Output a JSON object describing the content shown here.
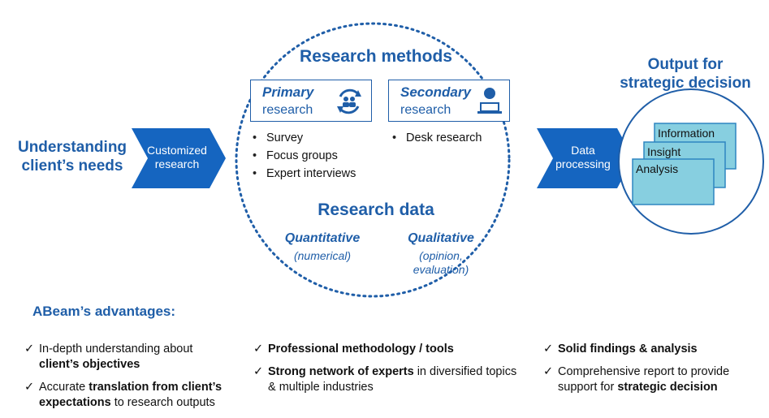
{
  "left": {
    "title_line1": "Understanding",
    "title_line2": "client’s needs",
    "arrow_line1": "Customized",
    "arrow_line2": "research"
  },
  "methods": {
    "title": "Research methods",
    "primary": {
      "name": "Primary",
      "sub": "research",
      "icon": "team-cycle-icon",
      "items": [
        "Survey",
        "Focus groups",
        "Expert interviews"
      ]
    },
    "secondary": {
      "name": "Secondary",
      "sub": "research",
      "icon": "person-laptop-icon",
      "items": [
        "Desk research"
      ]
    }
  },
  "research_data": {
    "title": "Research data",
    "quantitative": {
      "name": "Quantitative",
      "desc": "(numerical)"
    },
    "qualitative": {
      "name": "Qualitative",
      "desc_line1": "(opinion,",
      "desc_line2": "evaluation)"
    }
  },
  "processing": {
    "line1": "Data",
    "line2": "processing"
  },
  "output": {
    "title_line1": "Output for",
    "title_line2": "strategic decision",
    "cards": [
      "Information",
      "Insight",
      "Analysis"
    ]
  },
  "advantages": {
    "heading": "ABeam’s advantages:",
    "check": "✓",
    "col1": [
      {
        "pre": "In-depth understanding about",
        "bold": "client’s objectives",
        "post": ""
      },
      {
        "pre": "Accurate",
        "bold": "translation from client’s expectations",
        "post": "to research outputs"
      }
    ],
    "col2": [
      {
        "pre": "",
        "bold": "Professional methodology / tools",
        "post": ""
      },
      {
        "pre": "",
        "bold": "Strong network of experts",
        "post": "in diversified topics & multiple industries"
      }
    ],
    "col3": [
      {
        "pre": "",
        "bold": "Solid findings & analysis",
        "post": ""
      },
      {
        "pre": "Comprehensive report to provide support for",
        "bold": "strategic decision",
        "post": ""
      }
    ]
  },
  "colors": {
    "brand_blue": "#1f5ea8",
    "arrow_blue": "#1565c0",
    "card_fill": "#87cfe0",
    "card_border": "#2e86c1"
  }
}
